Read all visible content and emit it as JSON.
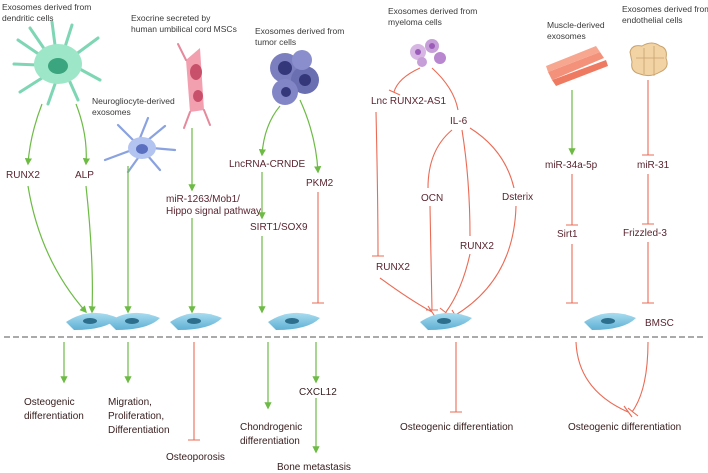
{
  "sources": {
    "dendritic": [
      "Exosomes derived from",
      "dendritic cells"
    ],
    "neuroglia": [
      "Neurogliocyte-derived",
      "exosomes"
    ],
    "umbilical": [
      "Exocrine secreted by",
      "human umbilical cord MSCs"
    ],
    "tumor": [
      "Exosomes derived from",
      "tumor cells"
    ],
    "myeloma": [
      "Exosomes derived from",
      "myeloma cells"
    ],
    "muscle": [
      "Muscle-derived",
      "exosomes"
    ],
    "endothelial": [
      "Exosomes derived from",
      "endothelial cells"
    ]
  },
  "mediators": {
    "runx2_left": "RUNX2",
    "alp": "ALP",
    "mir1263": [
      "miR-1263/Mob1/",
      "Hippo signal pathway"
    ],
    "lncrna_crnde": "LncRNA-CRNDE",
    "sirt1_sox9": "SIRT1/SOX9",
    "pkm2": "PKM2",
    "lnc_runx2_as1": "Lnc RUNX2-AS1",
    "il6": "IL-6",
    "runx2_myeloma": "RUNX2",
    "ocn": "OCN",
    "runx2_il6": "RUNX2",
    "dsterix": "Dsterix",
    "mir34a": "miR-34a-5p",
    "sirt1": "Sirt1",
    "mir31": "miR-31",
    "frizzled3": "Frizzled-3"
  },
  "bmsc_label": "BMSC",
  "outcomes": {
    "osteogenic_left": [
      "Osteogenic",
      "differentiation"
    ],
    "migration": [
      "Migration,",
      "Proliferation,",
      "Differentiation"
    ],
    "osteoporosis": "Osteoporosis",
    "chondrogenic": [
      "Chondrogenic",
      "differentiation"
    ],
    "cxcl12": "CXCL12",
    "bone_metastasis": "Bone metastasis",
    "osteogenic_myeloma": "Osteogenic differentiation",
    "osteogenic_right": "Osteogenic differentiation"
  },
  "colors": {
    "promote": "#6dbb45",
    "inhibit": "#ea6b55",
    "bmsc_cell": "#7cc3e0",
    "divider": "#555555"
  }
}
